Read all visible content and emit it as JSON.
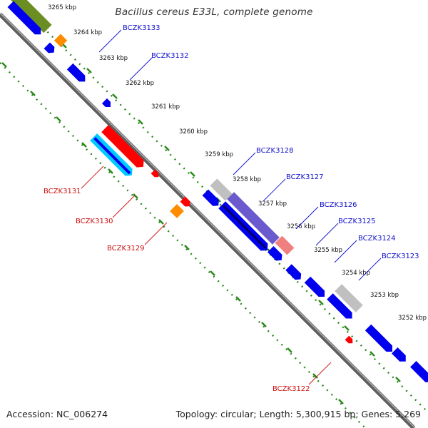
{
  "title": "Bacillus cereus E33L, complete genome",
  "footer": {
    "accession": "Accession: NC_006274",
    "summary": "Topology: circular; Length: 5,300,915 bp; Genes: 5,269"
  },
  "colors": {
    "backbone": "#6e6e6e",
    "tick": "#2a8a1a",
    "forward_label": "#1010cc",
    "reverse_label": "#cc1010"
  },
  "ruler": [
    "3265 kbp",
    "3264 kbp",
    "3263 kbp",
    "3262 kbp",
    "3261 kbp",
    "3260 kbp",
    "3259 kbp",
    "3258 kbp",
    "3257 kbp",
    "3256 kbp",
    "3255 kbp",
    "3254 kbp",
    "3253 kbp",
    "3252 kbp"
  ],
  "gene_labels": [
    {
      "name": "BCZK3133",
      "strand": "forward"
    },
    {
      "name": "BCZK3132",
      "strand": "forward"
    },
    {
      "name": "BCZK3128",
      "strand": "forward"
    },
    {
      "name": "BCZK3127",
      "strand": "forward"
    },
    {
      "name": "BCZK3126",
      "strand": "forward"
    },
    {
      "name": "BCZK3125",
      "strand": "forward"
    },
    {
      "name": "BCZK3124",
      "strand": "forward"
    },
    {
      "name": "BCZK3123",
      "strand": "forward"
    },
    {
      "name": "BCZK3131",
      "strand": "reverse"
    },
    {
      "name": "BCZK3130",
      "strand": "reverse"
    },
    {
      "name": "BCZK3129",
      "strand": "reverse"
    },
    {
      "name": "BCZK3122",
      "strand": "reverse"
    }
  ],
  "features": [
    {
      "kind": "cds",
      "color": "#6b8e23"
    },
    {
      "kind": "cds",
      "color": "#0000ee"
    },
    {
      "kind": "cds",
      "color": "#ff8c00"
    },
    {
      "kind": "cds",
      "color": "#0000ee"
    },
    {
      "kind": "cds",
      "color": "#0000ee"
    },
    {
      "kind": "cds",
      "color": "#0000ee"
    },
    {
      "kind": "cds",
      "color": "#ff0000"
    },
    {
      "kind": "cds",
      "color": "#00ccff"
    },
    {
      "kind": "cds",
      "color": "#ff0000"
    },
    {
      "kind": "cds",
      "color": "#ff0000"
    },
    {
      "kind": "cds",
      "color": "#ff8c00"
    },
    {
      "kind": "cds",
      "color": "#c0c0c0"
    },
    {
      "kind": "cds",
      "color": "#0000ee"
    },
    {
      "kind": "cds",
      "color": "#6a5acd"
    },
    {
      "kind": "cds",
      "color": "#0000ee"
    },
    {
      "kind": "cds",
      "color": "#f08080"
    },
    {
      "kind": "cds",
      "color": "#0000ee"
    },
    {
      "kind": "cds",
      "color": "#0000ee"
    },
    {
      "kind": "cds",
      "color": "#0000ee"
    },
    {
      "kind": "cds",
      "color": "#c0c0c0"
    },
    {
      "kind": "cds",
      "color": "#0000ee"
    },
    {
      "kind": "cds",
      "color": "#ff0000"
    },
    {
      "kind": "cds",
      "color": "#0000ee"
    },
    {
      "kind": "cds",
      "color": "#0000ee"
    },
    {
      "kind": "cds",
      "color": "#0000ee"
    }
  ]
}
